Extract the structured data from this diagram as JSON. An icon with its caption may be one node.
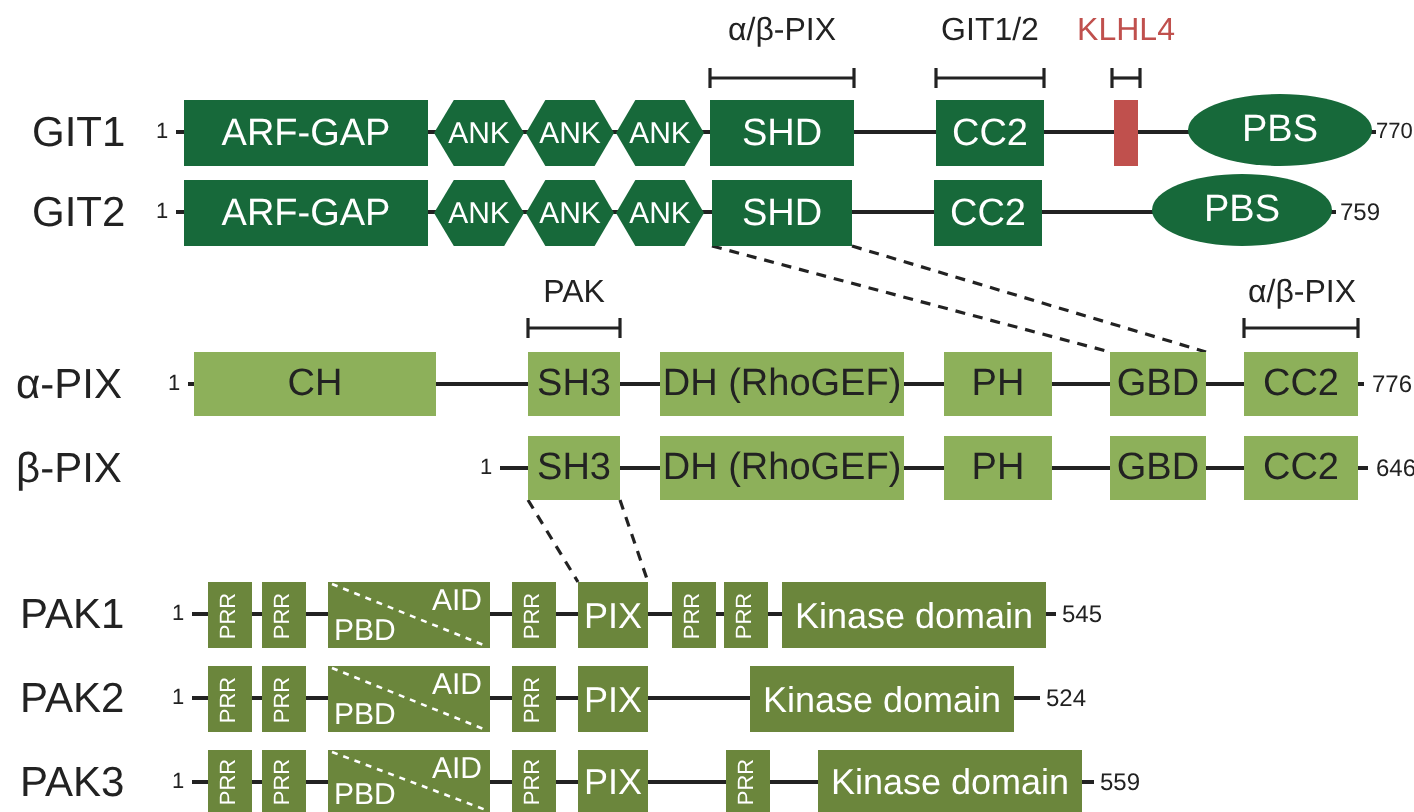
{
  "diagram": {
    "nodes": [
      {
        "text": [
          "ARF-GAP"
        ]
      },
      {
        "text": [
          "ANK"
        ]
      },
      {
        "text": [
          "ANK"
        ]
      },
      {
        "text": [
          "ANK"
        ]
      },
      {
        "text": [
          "SHD"
        ]
      },
      {
        "text": [
          "CC2"
        ]
      },
      {
        "text": [],
        "shape": "box"
      },
      {
        "text": [
          "PBS"
        ]
      },
      {
        "text": [
          "ARF-GAP"
        ]
      },
      {
        "text": [
          "ANK"
        ]
      },
      {
        "text": [
          "ANK"
        ]
      },
      {
        "text": [
          "ANK"
        ]
      },
      {
        "text": [
          "SHD"
        ]
      },
      {
        "text": [
          "CC2"
        ]
      },
      {
        "text": [
          "PBS"
        ]
      },
      {
        "text": [
          "CH"
        ]
      },
      {
        "text": [
          "SH3"
        ]
      },
      {
        "text": [
          "DH (RhoGEF)"
        ]
      },
      {
        "text": [
          "PH"
        ]
      },
      {
        "text": [
          "GBD"
        ]
      },
      {
        "text": [
          "CC2"
        ]
      },
      {
        "text": [
          "SH3"
        ]
      },
      {
        "text": [
          "DH (RhoGEF)"
        ]
      },
      {
        "text": [
          "PH"
        ]
      },
      {
        "text": [
          "GBD"
        ]
      },
      {
        "text": [
          "CC2"
        ]
      },
      {
        "text": [
          "PRR"
        ]
      },
      {
        "text": [
          "PRR"
        ]
      },
      {
        "text": [
          "PBD",
          "AID"
        ]
      },
      {
        "text": [
          "PRR"
        ]
      },
      {
        "text": [
          "PIX"
        ]
      },
      {
        "text": [
          "PRR"
        ]
      },
      {
        "text": [
          "PRR"
        ]
      },
      {
        "text": [
          "Kinase domain"
        ]
      },
      {
        "text": [
          "PRR"
        ]
      },
      {
        "text": [
          "PRR"
        ]
      },
      {
        "text": [
          "PBD",
          "AID"
        ]
      },
      {
        "text": [
          "PRR"
        ]
      },
      {
        "text": [
          "PIX"
        ]
      },
      {
        "text": [
          "Kinase domain"
        ]
      },
      {
        "text": [
          "PRR"
        ]
      },
      {
        "text": [
          "PRR"
        ]
      },
      {
        "text": [
          "PBD",
          "AID"
        ]
      },
      {
        "text": [
          "PRR"
        ]
      },
      {
        "text": [
          "PIX"
        ]
      },
      {
        "text": [
          "PRR"
        ]
      },
      {
        "text": [
          "Kinase domain"
        ]
      }
    ],
    "edges": [
      {
        "from": 12,
        "to": 19,
        "arrow": "none",
        "style": "dashed"
      },
      {
        "from": 12,
        "to": 19,
        "arrow": "none",
        "style": "dashed"
      },
      {
        "from": 21,
        "to": 30,
        "arrow": "none",
        "style": "dashed"
      },
      {
        "from": 21,
        "to": 30,
        "arrow": "none",
        "style": "dashed"
      }
    ],
    "labels": [
      "α/β-PIX",
      "GIT1/2",
      "KLHL4",
      "GIT1",
      "1",
      "770",
      "GIT2",
      "1",
      "759",
      "PAK",
      "α/β-PIX",
      "α-PIX",
      "1",
      "776",
      "β-PIX",
      "1",
      "646",
      "PAK1",
      "1",
      "545",
      "PAK2",
      "1",
      "524",
      "PAK3",
      "1",
      "559"
    ]
  }
}
